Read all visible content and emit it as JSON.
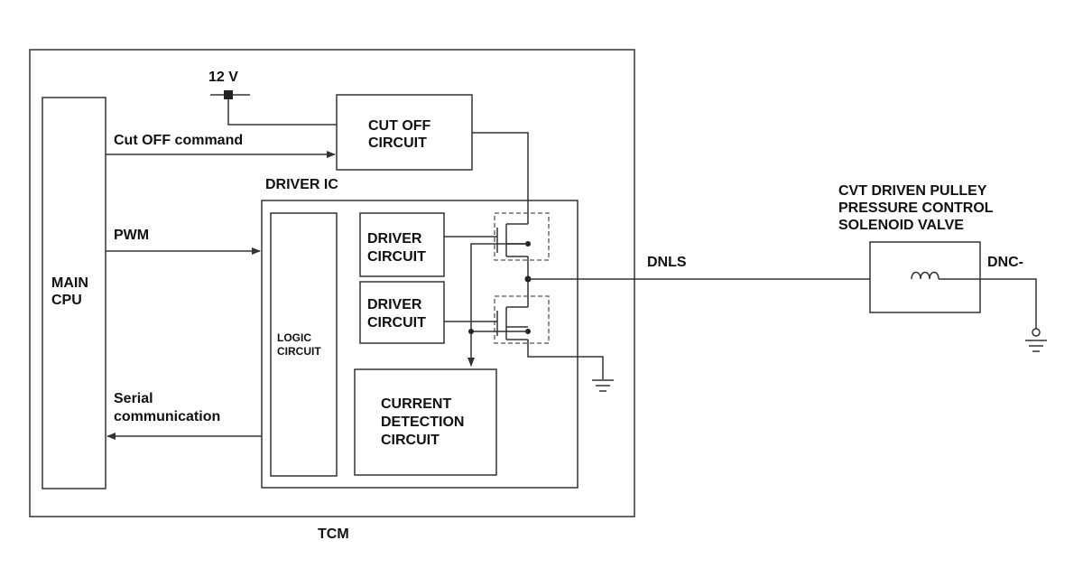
{
  "labels": {
    "tcm": "TCM",
    "supply": "12 V",
    "main_cpu_line1": "MAIN",
    "main_cpu_line2": "CPU",
    "cut_off_command": "Cut OFF command",
    "pwm": "PWM",
    "serial_line1": "Serial",
    "serial_line2": "communication",
    "cut_off_circuit_line1": "CUT OFF",
    "cut_off_circuit_line2": "CIRCUIT",
    "driver_ic": "DRIVER IC",
    "logic_circuit_line1": "LOGIC",
    "logic_circuit_line2": "CIRCUIT",
    "driver_circuit_1_line1": "DRIVER",
    "driver_circuit_1_line2": "CIRCUIT",
    "driver_circuit_2_line1": "DRIVER",
    "driver_circuit_2_line2": "CIRCUIT",
    "current_detection_line1": "CURRENT",
    "current_detection_line2": "DETECTION",
    "current_detection_line3": "CIRCUIT",
    "dnls": "DNLS",
    "solenoid_line1": "CVT DRIVEN PULLEY",
    "solenoid_line2": "PRESSURE CONTROL",
    "solenoid_line3": "SOLENOID VALVE",
    "dnc": "DNC-"
  },
  "colors": {
    "line": "#333333",
    "text": "#111111",
    "background": "#ffffff"
  }
}
